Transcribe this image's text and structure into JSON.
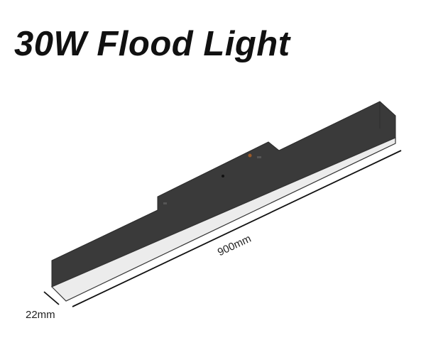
{
  "title": "30W Flood Light",
  "dimensions": {
    "length": "900mm",
    "width": "22mm"
  },
  "colors": {
    "body": "#3a3a3a",
    "diffuser": "#ececec",
    "line": "#111111"
  }
}
